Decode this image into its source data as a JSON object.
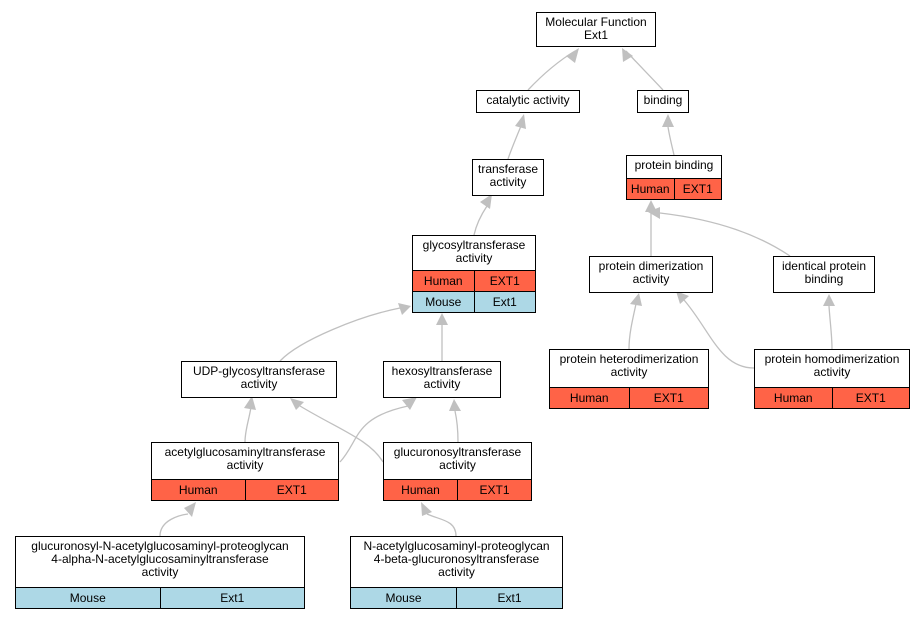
{
  "colors": {
    "edge": "#c0c0c0",
    "human_row": "#ff6347",
    "mouse_row": "#add8e6"
  },
  "nodes": {
    "root": {
      "lines": [
        "Molecular Function",
        "Ext1"
      ]
    },
    "catalytic": {
      "lines": [
        "catalytic activity"
      ]
    },
    "binding": {
      "lines": [
        "binding"
      ]
    },
    "transferase": {
      "lines": [
        "transferase",
        "activity"
      ]
    },
    "protein_binding": {
      "lines": [
        "protein binding"
      ],
      "rows": [
        [
          "Human",
          "EXT1"
        ]
      ]
    },
    "glycosyl": {
      "lines": [
        "glycosyltransferase",
        "activity"
      ],
      "rows": [
        [
          "Human",
          "EXT1"
        ],
        [
          "Mouse",
          "Ext1"
        ]
      ]
    },
    "dimerization": {
      "lines": [
        "protein dimerization",
        "activity"
      ]
    },
    "identical": {
      "lines": [
        "identical protein",
        "binding"
      ]
    },
    "udp": {
      "lines": [
        "UDP-glycosyltransferase",
        "activity"
      ]
    },
    "hexosyl": {
      "lines": [
        "hexosyltransferase",
        "activity"
      ]
    },
    "heterodim": {
      "lines": [
        "protein heterodimerization",
        "activity"
      ],
      "rows": [
        [
          "Human",
          "EXT1"
        ]
      ]
    },
    "homodim": {
      "lines": [
        "protein homodimerization",
        "activity"
      ],
      "rows": [
        [
          "Human",
          "EXT1"
        ]
      ]
    },
    "acetyl": {
      "lines": [
        "acetylglucosaminyltransferase",
        "activity"
      ],
      "rows": [
        [
          "Human",
          "EXT1"
        ]
      ]
    },
    "glucuronosyl": {
      "lines": [
        "glucuronosyltransferase",
        "activity"
      ],
      "rows": [
        [
          "Human",
          "EXT1"
        ]
      ]
    },
    "gn_proteoglycan": {
      "lines": [
        "glucuronosyl-N-acetylglucosaminyl-proteoglycan",
        "4-alpha-N-acetylglucosaminyltransferase",
        "activity"
      ],
      "rows": [
        [
          "Mouse",
          "Ext1"
        ]
      ]
    },
    "n_acetyl_proteoglycan": {
      "lines": [
        "N-acetylglucosaminyl-proteoglycan",
        "4-beta-glucuronosyltransferase",
        "activity"
      ],
      "rows": [
        [
          "Mouse",
          "Ext1"
        ]
      ]
    }
  }
}
